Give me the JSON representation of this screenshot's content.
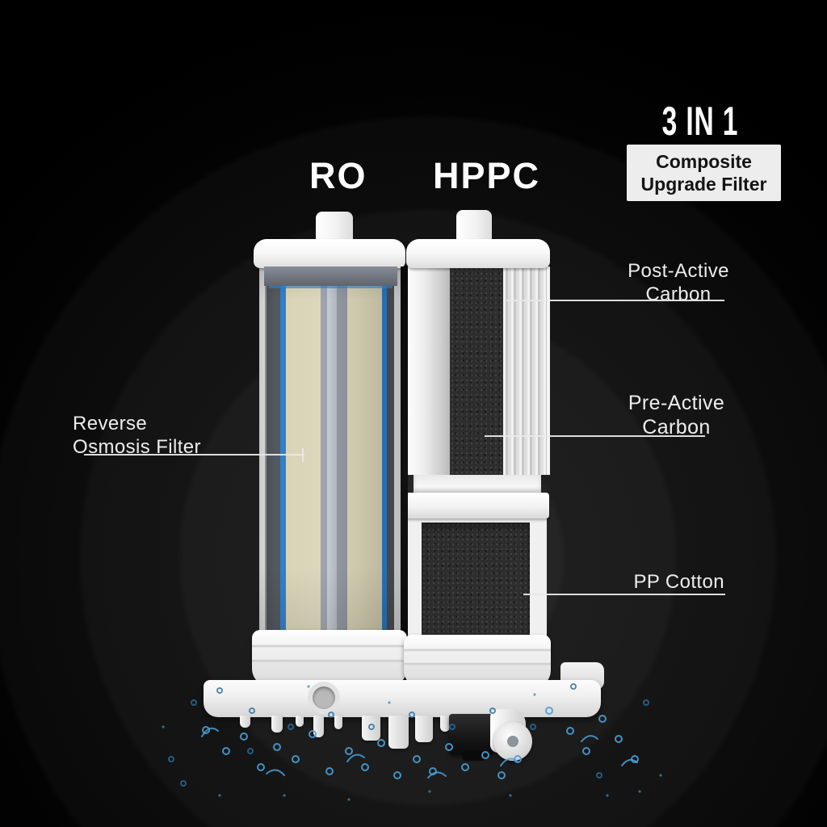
{
  "headings": {
    "left_filter": "RO",
    "right_filter": "HPPC"
  },
  "badge": {
    "title": "3 IN 1",
    "box_line1": "Composite",
    "box_line2": "Upgrade Filter"
  },
  "annotations": {
    "post_active_carbon": {
      "line1": "Post-Active",
      "line2": "Carbon"
    },
    "pre_active_carbon": {
      "line1": "Pre-Active",
      "line2": "Carbon"
    },
    "pp_cotton": {
      "label": "PP Cotton"
    },
    "reverse_osmosis": {
      "line1": "Reverse",
      "line2": "Osmosis Filter"
    }
  },
  "colors": {
    "background": "#000000",
    "heading_text": "#ffffff",
    "label_text": "#ededed",
    "leader_line": "#e8e8e8",
    "badge_bg": "#ededed",
    "badge_text": "#141414",
    "accent_blue": "#2f7ec8",
    "membrane_beige": "#d8d3b5",
    "carbon_black": "#2d2d2d",
    "shell_white": "#f4f4f4",
    "droplet_blue": "#4a9fd8"
  }
}
